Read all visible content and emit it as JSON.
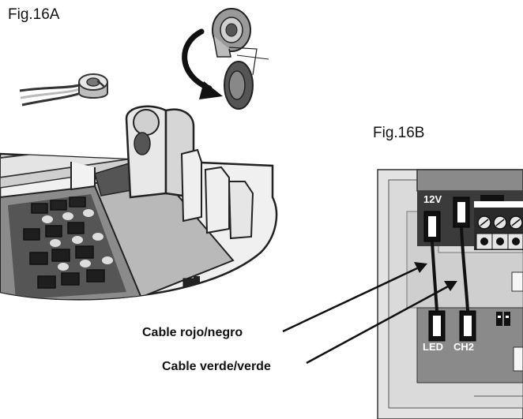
{
  "figures": {
    "fig_a": "Fig.16A",
    "fig_b": "Fig.16B"
  },
  "callouts": {
    "red_black": "Cable rojo/negro",
    "green_green": "Cable verde/verde"
  },
  "terminals": {
    "power": "12V",
    "led": "LED",
    "ch2": "CH2"
  }
}
